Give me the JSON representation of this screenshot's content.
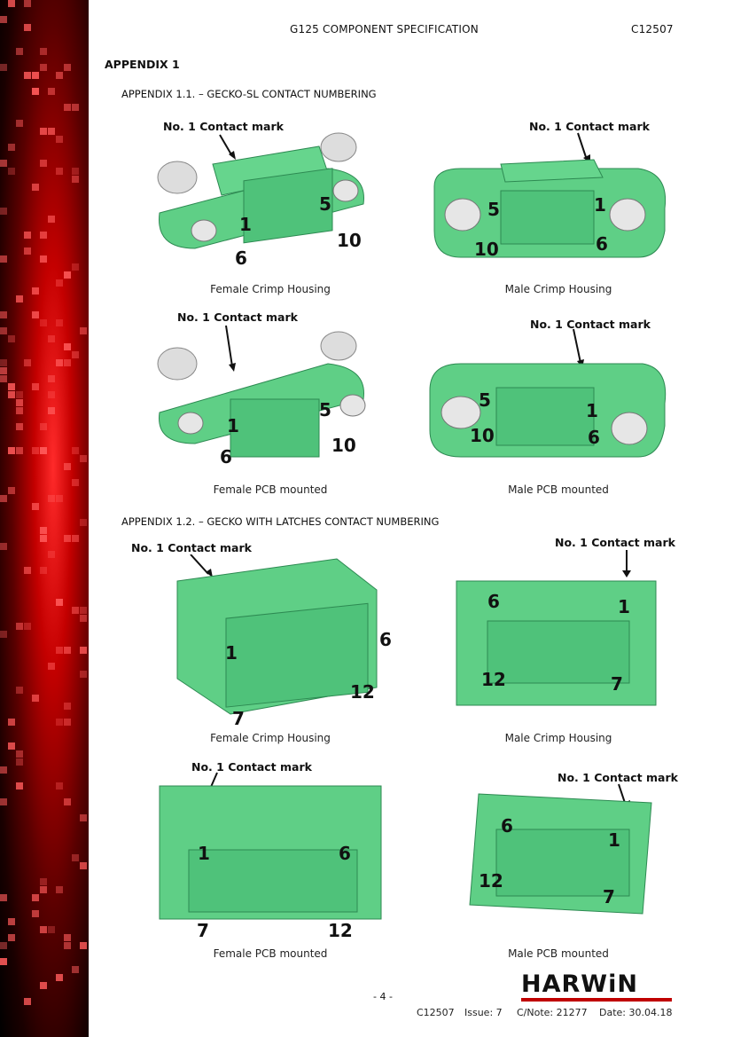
{
  "header": {
    "title": "G125 COMPONENT SPECIFICATION",
    "doc_code": "C12507"
  },
  "appendix_title": "APPENDIX 1",
  "section1": {
    "title": "APPENDIX 1.1. – GECKO-SL CONTACT NUMBERING",
    "figures": [
      {
        "mark": "No. 1 Contact mark",
        "caption": "Female Crimp Housing",
        "labels": [
          "1",
          "5",
          "6",
          "10"
        ]
      },
      {
        "mark": "No. 1 Contact mark",
        "caption": "Male Crimp Housing",
        "labels": [
          "5",
          "1",
          "10",
          "6"
        ]
      },
      {
        "mark": "No. 1 Contact mark",
        "caption": "Female PCB mounted",
        "labels": [
          "1",
          "5",
          "6",
          "10"
        ]
      },
      {
        "mark": "No. 1 Contact mark",
        "caption": "Male PCB mounted",
        "labels": [
          "5",
          "1",
          "10",
          "6"
        ]
      }
    ]
  },
  "section2": {
    "title": "APPENDIX 1.2. – GECKO WITH LATCHES CONTACT NUMBERING",
    "figures": [
      {
        "mark": "No. 1 Contact mark",
        "caption": "Female Crimp Housing",
        "labels": [
          "1",
          "6",
          "12",
          "7"
        ]
      },
      {
        "mark": "No. 1 Contact mark",
        "caption": "Male Crimp Housing",
        "labels": [
          "6",
          "1",
          "12",
          "7"
        ]
      },
      {
        "mark": "No. 1 Contact mark",
        "caption": "Female PCB mounted",
        "labels": [
          "1",
          "6",
          "7",
          "12"
        ]
      },
      {
        "mark": "No. 1 Contact mark",
        "caption": "Male PCB mounted",
        "labels": [
          "6",
          "1",
          "12",
          "7"
        ]
      }
    ]
  },
  "footer": {
    "page": "- 4 -",
    "code": "C12507",
    "issue": "Issue: 7",
    "cnote": "C/Note: 21277",
    "date": "Date: 30.04.18",
    "logo": "HARWiN"
  },
  "colors": {
    "housing": "#5fcf86",
    "housing_dark": "#3aa862",
    "stripe": "#c40000",
    "logo_bar": "#c00000"
  }
}
